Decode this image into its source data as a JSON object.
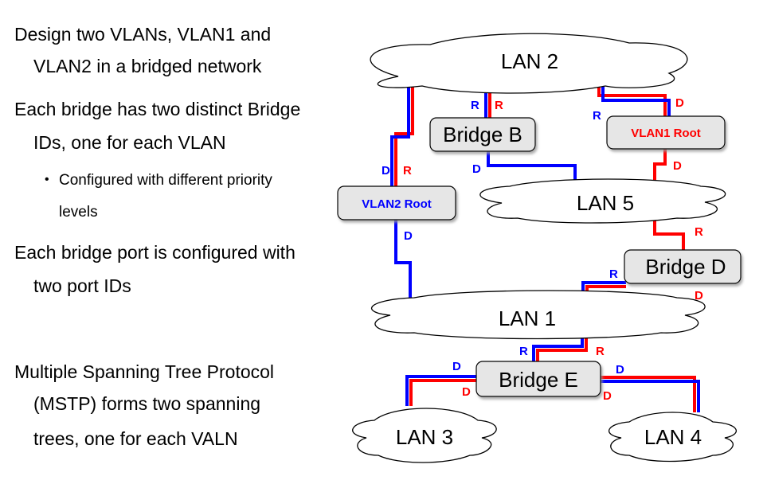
{
  "bullets": {
    "b1_line1": "Design two VLANs, VLAN1 and",
    "b1_line2": "VLAN2 in a bridged network",
    "b2_line1": "Each bridge has two distinct Bridge",
    "b2_line2": "IDs, one for each VLAN",
    "sub_marker": "•",
    "sub_line1": "Configured with different priority",
    "sub_line2": "levels",
    "b3_line1": "Each bridge port is configured with",
    "b3_line2": "two port IDs",
    "b4_line1": "Multiple Spanning Tree Protocol",
    "b4_line2": "(MSTP) forms two spanning",
    "b4_line3": "trees, one for each VALN"
  },
  "lans": {
    "lan1": "LAN 1",
    "lan2": "LAN 2",
    "lan3": "LAN 3",
    "lan4": "LAN 4",
    "lan5": "LAN 5"
  },
  "bridges": {
    "bridge_b": "Bridge B",
    "bridge_d": "Bridge D",
    "bridge_e": "Bridge E",
    "vlan1_root": "VLAN1 Root",
    "vlan2_root": "VLAN2 Root"
  },
  "port_labels": {
    "designated": "D",
    "root": "R"
  },
  "colors": {
    "vlan1": "#ff0000",
    "vlan2": "#0000ff",
    "node_fill": "#e6e6e6",
    "cloud_fill": "#ffffff",
    "outline": "#000000"
  }
}
